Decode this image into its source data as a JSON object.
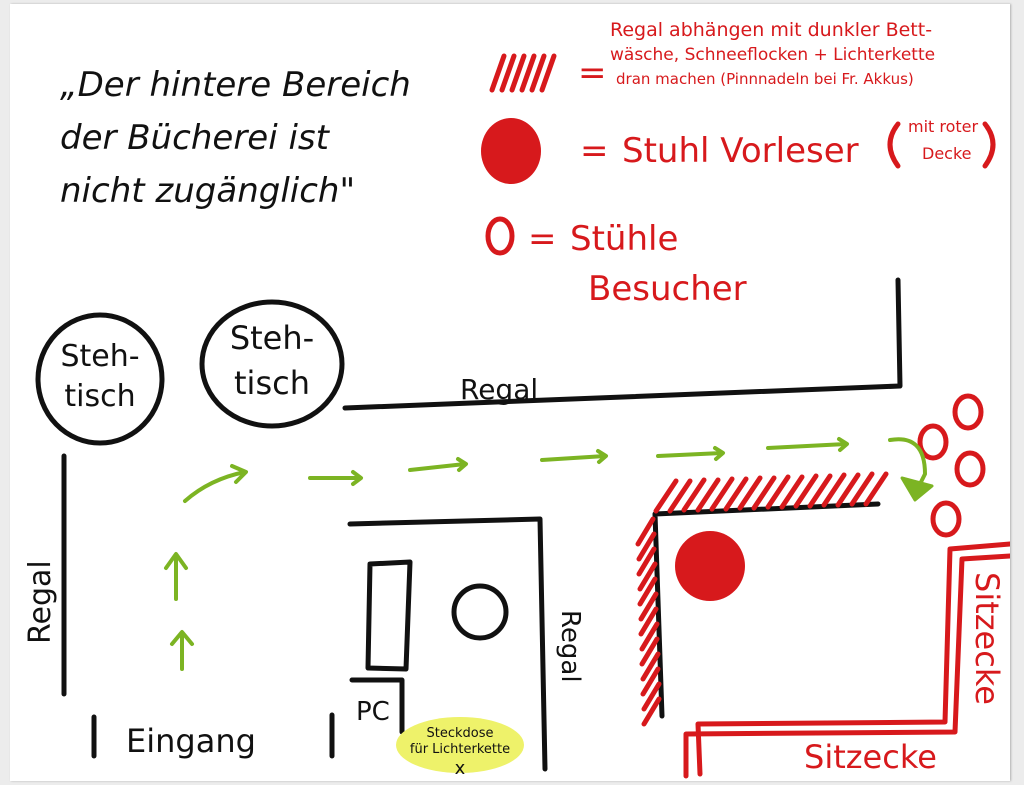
{
  "quote": {
    "line1": "„Der hintere Bereich",
    "line2": "der Bücherei ist",
    "line3": "nicht zugänglich\""
  },
  "legend": {
    "hatch_symbol": "//////",
    "hatch_equals": "=",
    "hatch_line1": "Regal abhängen mit dunkler Bett-",
    "hatch_line2": "wäsche, Schneeflocken + Lichterkette",
    "hatch_line3": "dran machen (Pinnnadeln bei Fr. Akkus)",
    "reader_equals": "=",
    "reader_text": "Stuhl Vorleser",
    "reader_note_line1": "mit roter",
    "reader_note_line2": "Decke",
    "visitor_equals": "=",
    "visitor_line1": "Stühle",
    "visitor_line2": "Besucher"
  },
  "floorplan": {
    "table1_line1": "Steh-",
    "table1_line2": "tisch",
    "table2_line1": "Steh-",
    "table2_line2": "tisch",
    "shelf_top": "Regal",
    "shelf_left": "Regal",
    "shelf_middle": "Regal",
    "entrance": "Eingang",
    "pc": "PC",
    "outlet_line1": "Steckdose",
    "outlet_line2": "für Lichterkette",
    "outlet_mark": "x",
    "seat_corner_right": "Sitzecke",
    "seat_corner_bottom": "Sitzecke"
  },
  "colors": {
    "ink_black": "#111111",
    "ink_red": "#d7191c",
    "ink_green": "#7cb423",
    "highlight_yellow": "#eef26a"
  }
}
